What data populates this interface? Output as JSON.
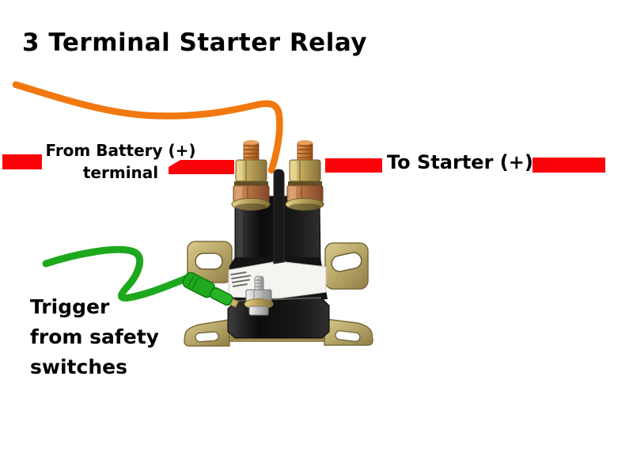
{
  "title": "3 Terminal Starter Relay",
  "labels": {
    "from_battery": {
      "line1": "From Battery (+)",
      "line2": "terminal"
    },
    "to_starter": "To Starter (+)",
    "trigger": {
      "line1": "Trigger",
      "line2": "from safety",
      "line3": "switches"
    }
  },
  "colors": {
    "background": "#ffffff",
    "text": "#000000",
    "red_bar": "#fb0409",
    "battery_wire_orange": "#f1780f",
    "trigger_wire_green": "#1ea81e",
    "connector_green": "#22ab22",
    "relay_body_black": "#161616",
    "bracket_brass": "#bfae6e",
    "post_copper": "#c4763a",
    "nut_brass": "#c9b267",
    "spec_label_white": "#f4f4f1"
  },
  "diagram": {
    "component": "3-terminal starter relay photo",
    "connections": [
      {
        "wire": "orange",
        "label": "From Battery (+) terminal",
        "terminal": "left post"
      },
      {
        "wire": "red bar",
        "label": "To Starter (+)",
        "terminal": "right post"
      },
      {
        "wire": "green",
        "label": "Trigger from safety switches",
        "terminal": "small spade terminal"
      }
    ]
  }
}
